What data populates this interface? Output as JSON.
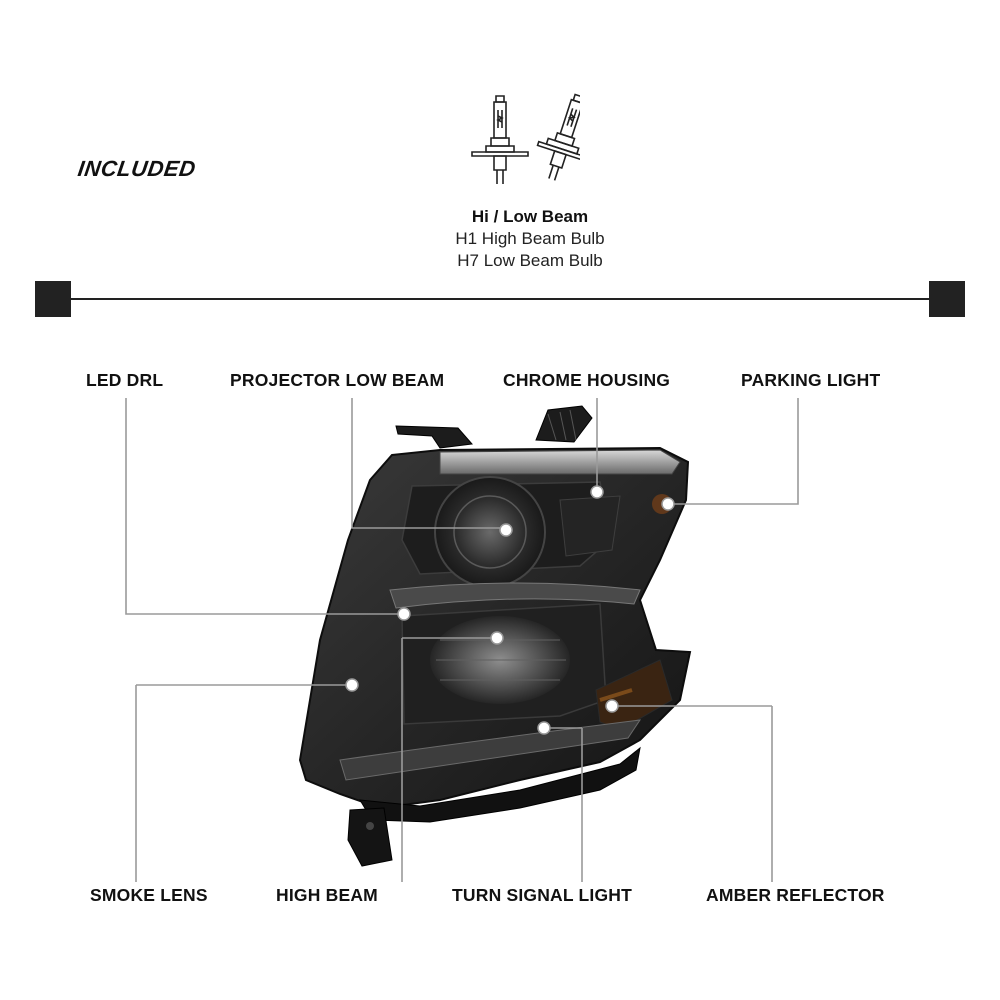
{
  "header": {
    "included": "INCLUDED"
  },
  "bulbs": {
    "title": "Hi / Low Beam",
    "line1": "H1 High Beam Bulb",
    "line2": "H7 Low Beam Bulb",
    "icon": "halogen-bulb-icon"
  },
  "callouts": {
    "led_drl": "LED DRL",
    "projector_low_beam": "PROJECTOR LOW BEAM",
    "chrome_housing": "CHROME HOUSING",
    "parking_light": "PARKING LIGHT",
    "smoke_lens": "SMOKE LENS",
    "high_beam": "HIGH BEAM",
    "turn_signal_light": "TURN SIGNAL LIGHT",
    "amber_reflector": "AMBER REFLECTOR"
  },
  "colors": {
    "lens_smoke": "#2b2b2b",
    "callout_line": "#9a9a9a",
    "divider": "#222222",
    "amber": "#7a4a1a"
  }
}
